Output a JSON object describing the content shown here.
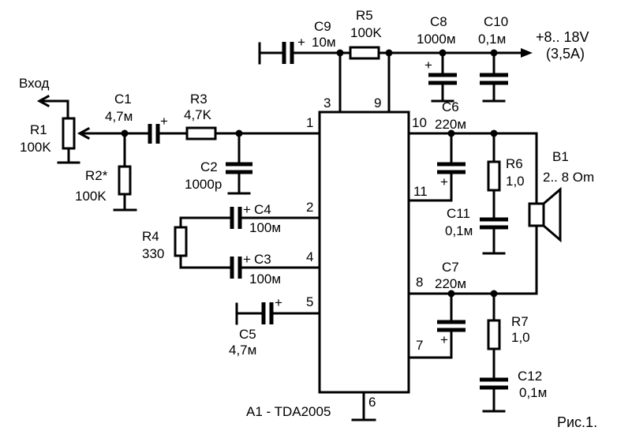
{
  "input": {
    "label": "Вход"
  },
  "components": {
    "R1": {
      "name": "R1",
      "value": "100K"
    },
    "R2": {
      "name": "R2*",
      "value": "100K"
    },
    "C1": {
      "name": "C1",
      "value": "4,7м"
    },
    "R3": {
      "name": "R3",
      "value": "4,7K"
    },
    "C2": {
      "name": "C2",
      "value": "1000р"
    },
    "C9": {
      "name": "C9",
      "value": "10м"
    },
    "R5": {
      "name": "R5",
      "value": "100K"
    },
    "C8": {
      "name": "C8",
      "value": "1000м"
    },
    "C10": {
      "name": "C10",
      "value": "0,1м"
    },
    "C4": {
      "name": "C4",
      "value": "100м"
    },
    "C3": {
      "name": "C3",
      "value": "100м"
    },
    "R4": {
      "name": "R4",
      "value": "330"
    },
    "C5": {
      "name": "C5",
      "value": "4,7м"
    },
    "C6": {
      "name": "C6",
      "value": "220м"
    },
    "R6": {
      "name": "R6",
      "value": "1,0"
    },
    "C11": {
      "name": "C11",
      "value": "0,1м"
    },
    "C7": {
      "name": "C7",
      "value": "220м"
    },
    "R7": {
      "name": "R7",
      "value": "1,0"
    },
    "C12": {
      "name": "C12",
      "value": "0,1м"
    },
    "B1": {
      "name": "B1",
      "value": "2.. 8 Om"
    }
  },
  "power": {
    "voltage": "+8.. 18V",
    "current": "(3,5A)"
  },
  "ic": {
    "label": "A1 - TDA2005",
    "pins": [
      "1",
      "2",
      "3",
      "4",
      "5",
      "6",
      "7",
      "8",
      "9",
      "10",
      "11"
    ]
  },
  "polarity": "+",
  "figure": {
    "caption": "Рис.1."
  }
}
